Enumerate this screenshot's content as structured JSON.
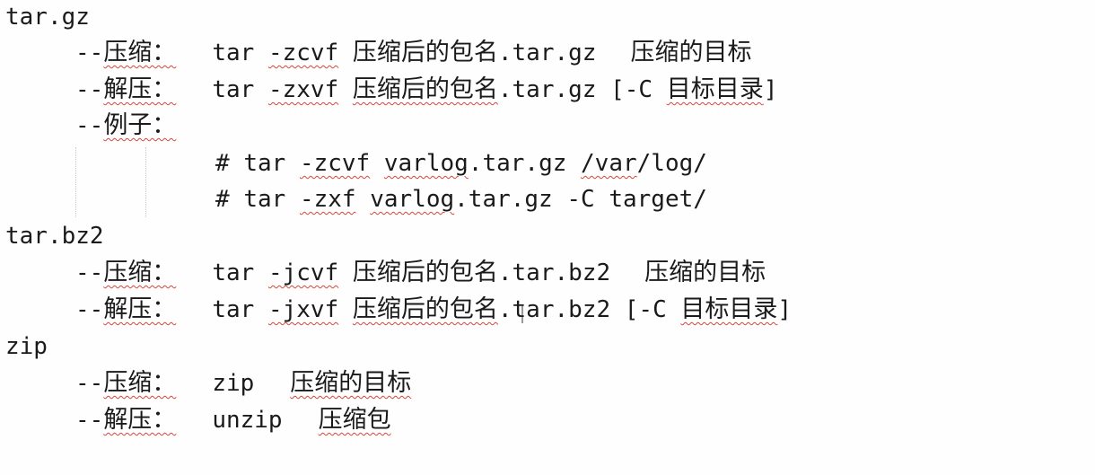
{
  "lines": {
    "l1": {
      "a": "tar.gz"
    },
    "l2": {
      "dash": "--",
      "label": "压缩：",
      "cmd": "tar ",
      "opt": "-zcvf",
      "arg1": "压缩后的包名",
      "arg1b": ".tar.gz",
      "arg2": "压缩的目标"
    },
    "l3": {
      "dash": "--",
      "label": "解压：",
      "cmd": "tar ",
      "opt": "-zxvf",
      "arg1": "压缩后的包名",
      "arg1b": ".tar.gz",
      "bracket_open": "[-C ",
      "arg2": "目标目录",
      "bracket_close": "]"
    },
    "l4": {
      "dash": "--",
      "label": "例子："
    },
    "l5": {
      "prompt": "# ",
      "cmd": "tar ",
      "opt": "-zcvf",
      "file": "varlog",
      "fileb": ".tar.gz ",
      "path1": "/var",
      "path2": "/log/"
    },
    "l6": {
      "prompt": "# ",
      "cmd": "tar ",
      "opt": "-zxf",
      "file": "varlog",
      "fileb": ".tar.gz",
      "rest": " -C target/"
    },
    "l7": {
      "a": "tar.bz2"
    },
    "l8": {
      "dash": "--",
      "label": "压缩：",
      "cmd": "tar ",
      "opt": "-jcvf",
      "arg1": "压缩后的包名",
      "arg1b": ".tar.bz2",
      "arg2": "压缩的目标"
    },
    "l9": {
      "dash": "--",
      "label": "解压：",
      "cmd": "tar ",
      "opt": "-jxvf",
      "arg1": "压缩后的包名",
      "arg1b": ".tar.bz2",
      "bracket_open": "[-C ",
      "arg2": "目标目录",
      "bracket_close": "]"
    },
    "l10": {
      "a": "zip"
    },
    "l11": {
      "dash": "--",
      "label": "压缩：",
      "cmd": "zip",
      "arg2": "压缩的目标"
    },
    "l12": {
      "dash": "--",
      "label": "解压：",
      "cmd": "unzip",
      "arg2": "压缩包"
    }
  },
  "colors": {
    "text": "#1a1a1a",
    "spell_underline": "#d4463b",
    "background": "#fefefe"
  }
}
